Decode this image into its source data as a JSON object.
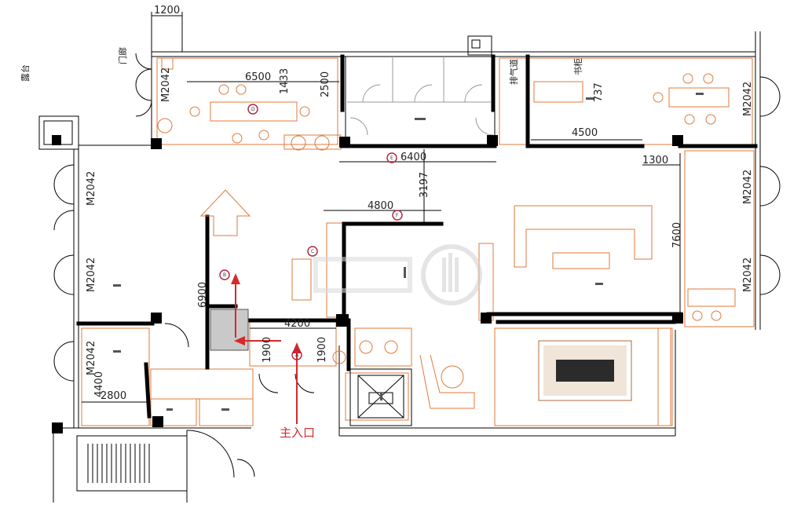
{
  "labels": {
    "terrace": "露台",
    "door": "门廊",
    "exhaust": "排气道",
    "cabinet": "书柜",
    "main_entrance": "主入口",
    "door_code": "M2042"
  },
  "dimensions": {
    "d1200": "1200",
    "d6500": "6500",
    "d1433": "1433",
    "d2500": "2500",
    "d737": "737",
    "d4500": "4500",
    "d1300": "1300",
    "d6400": "6400",
    "d3197": "3197",
    "d4800": "4800",
    "d7600": "7600",
    "d6900": "6900",
    "d4200": "4200",
    "d1900a": "1900",
    "d1900b": "1900",
    "d4400": "4400",
    "d2800": "2800"
  },
  "markers": {
    "a": "A",
    "b": "B",
    "c": "C",
    "d": "D",
    "e": "E",
    "f": "F"
  }
}
